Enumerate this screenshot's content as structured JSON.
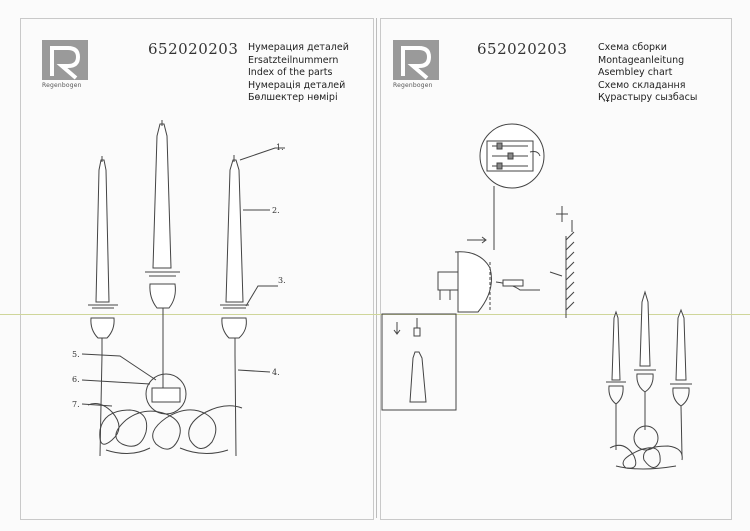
{
  "left_page": {
    "logo_text": "Regenbogen",
    "article_code": "652020203",
    "titles": [
      "Нумерация деталей",
      "Ersatzteilnummern",
      "Index of the parts",
      "Нумерація деталей",
      "Бөлшектер нөмірі"
    ],
    "callouts": [
      "1.",
      "2.",
      "3.",
      "4.",
      "5.",
      "6.",
      "7."
    ]
  },
  "right_page": {
    "logo_text": "Regenbogen",
    "article_code": "652020203",
    "titles": [
      "Схема сборки",
      "Montageanleitung",
      "Asembley chart",
      "Схемо складання",
      "Құрастыру сызбасы"
    ]
  },
  "colors": {
    "line": "#444444",
    "paper": "#fbfbfb",
    "fold": "#bdbdbd",
    "guide": "#cfd69a"
  }
}
